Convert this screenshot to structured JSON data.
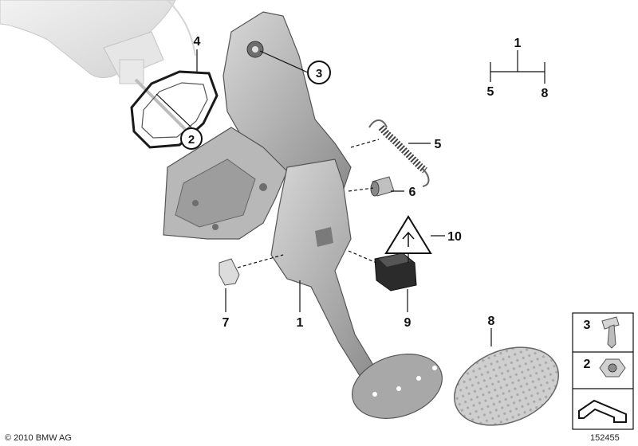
{
  "callouts": {
    "c1_top": "1",
    "c5_tree": "5",
    "c8_tree": "8",
    "c4": "4",
    "c2": "2",
    "c3": "3",
    "c5": "5",
    "c6": "6",
    "c10": "10",
    "c7": "7",
    "c1": "1",
    "c9": "9",
    "c8": "8"
  },
  "legend": {
    "item3": "3",
    "item2": "2"
  },
  "footer": {
    "copyright": "© 2010 BMW AG",
    "diagram_number": "152455"
  }
}
